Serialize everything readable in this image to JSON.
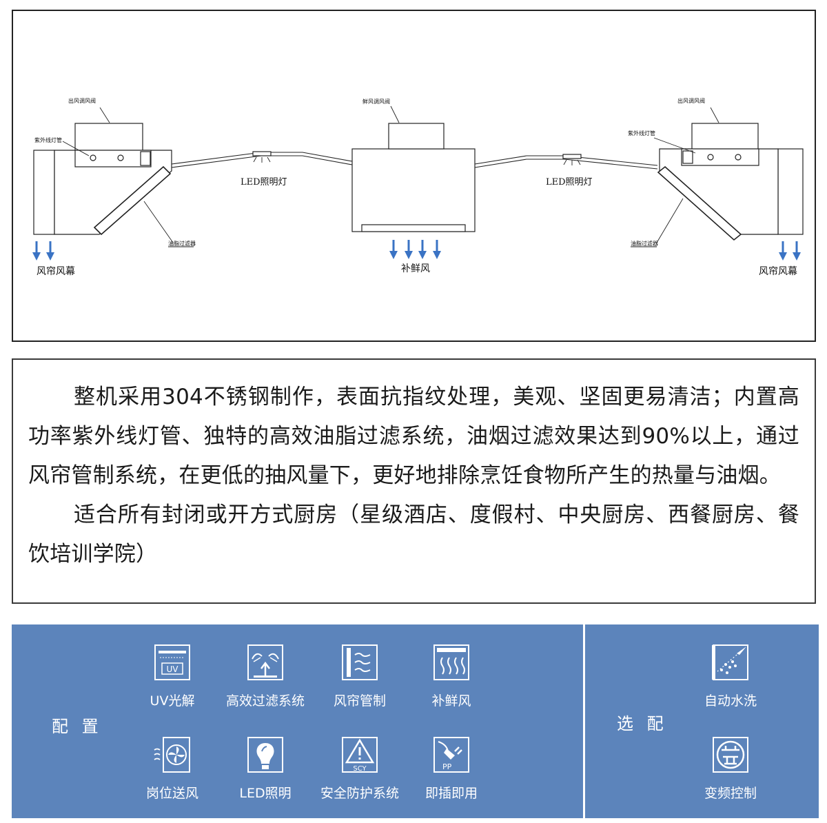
{
  "diagram": {
    "labels": {
      "outlet_damper_left": "出风调风阀",
      "uv_lamp_left": "紫外线灯管",
      "fresh_damper": "鲜风调风阀",
      "outlet_damper_right": "出风调风阀",
      "uv_lamp_right": "紫外线灯管",
      "led_left": "LED照明灯",
      "led_right": "LED照明灯",
      "grease_filter_left": "油脂过滤器",
      "grease_filter_right": "油脂过滤器",
      "air_curtain_left": "风帘风幕",
      "fresh_air": "补鲜风",
      "air_curtain_right": "风帘风幕"
    }
  },
  "description": {
    "paragraph1": "整机采用304不锈钢制作，表面抗指纹处理，美观、坚固更易清洁；内置高功率紫外线灯管、独特的高效油脂过滤系统，油烟过滤效果达到90%以上，通过风帘管制系统，在更低的抽风量下，更好地排除烹饪食物所产生的热量与油烟。",
    "paragraph2": "适合所有封闭或开方式厨房（星级酒店、度假村、中央厨房、西餐厨房、餐饮培训学院）"
  },
  "features": {
    "standard_title": "配 置",
    "optional_title": "选 配",
    "standard": [
      {
        "label": "UV光解",
        "icon": "uv-icon"
      },
      {
        "label": "高效过滤系统",
        "icon": "filter-icon"
      },
      {
        "label": "风帘管制",
        "icon": "air-curtain-icon"
      },
      {
        "label": "补鲜风",
        "icon": "fresh-air-icon"
      },
      {
        "label": "岗位送风",
        "icon": "fan-icon"
      },
      {
        "label": "LED照明",
        "icon": "bulb-icon"
      },
      {
        "label": "安全防护系统",
        "icon": "warning-icon"
      },
      {
        "label": "即插即用",
        "icon": "plug-icon"
      }
    ],
    "optional": [
      {
        "label": "自动水洗",
        "icon": "water-wash-icon"
      },
      {
        "label": "变频控制",
        "icon": "inverter-icon"
      }
    ],
    "icon_texts": {
      "uv": "UV",
      "scy": "SCY",
      "pp": "PP"
    },
    "colors": {
      "panel_background": "#5c84bb",
      "arrow_blue": "#3a73c4"
    }
  }
}
